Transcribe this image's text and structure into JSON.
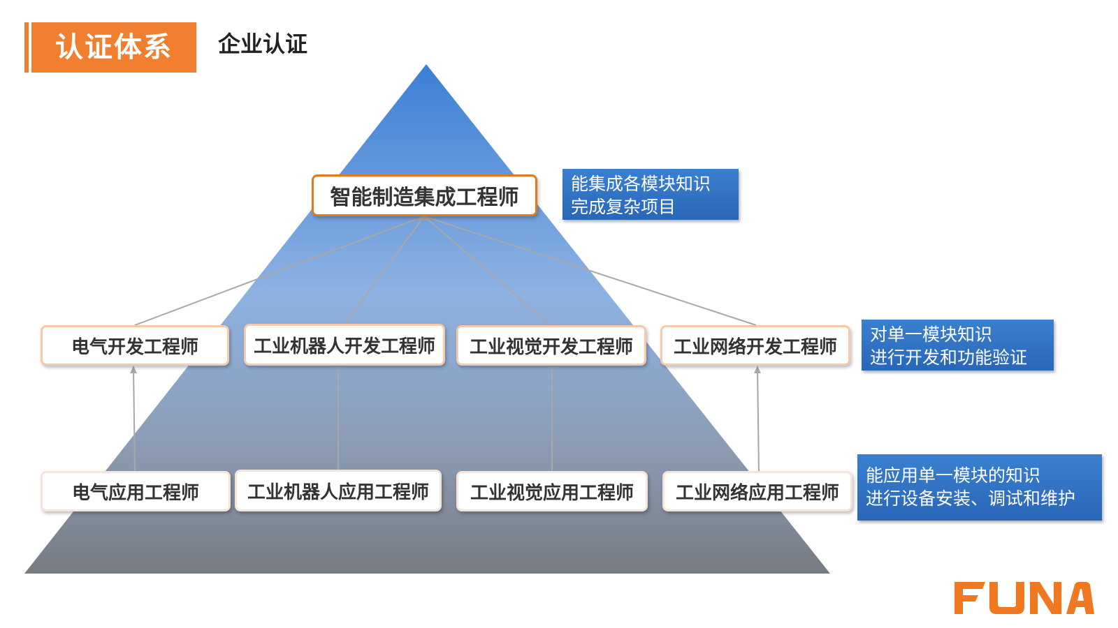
{
  "header": {
    "title": "认证体系",
    "subtitle": "企业认证",
    "accent_color": "#f08030"
  },
  "pyramid": {
    "top_color": "#4a88d8",
    "bottom_color": "#7a7a7a",
    "top_role": "智能制造集成工程师",
    "middle_roles": [
      "电气开发工程师",
      "工业机器人开发工程师",
      "工业视觉开发工程师",
      "工业网络开发工程师"
    ],
    "bottom_roles": [
      "电气应用工程师",
      "工业机器人应用工程师",
      "工业视觉应用工程师",
      "工业网络应用工程师"
    ]
  },
  "notes": {
    "top": [
      "能集成各模块知识",
      "完成复杂项目"
    ],
    "middle": [
      "对单一模块知识",
      "进行开发和功能验证"
    ],
    "bottom": [
      "能应用单一模块的知识",
      "进行设备安装、调试和维护"
    ],
    "color": "#2f6fc0"
  },
  "logo": {
    "text": "FUNA",
    "color": "#f07820"
  }
}
